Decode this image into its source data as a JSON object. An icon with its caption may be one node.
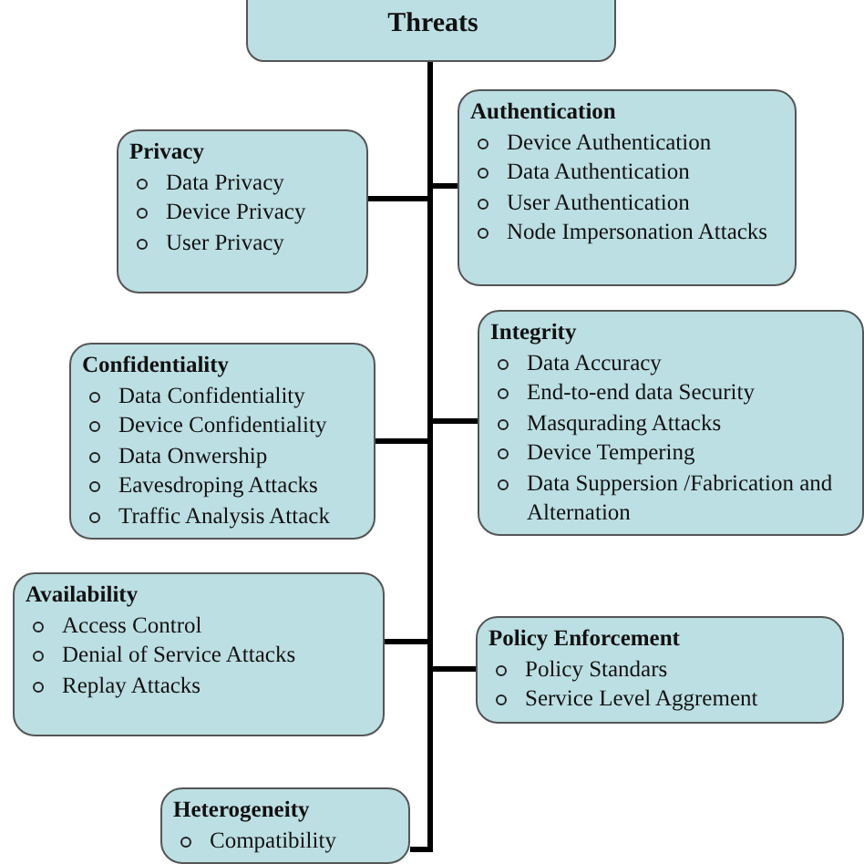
{
  "diagram": {
    "nodes": [
      {
        "text": [
          "Threats"
        ]
      },
      {
        "text": [
          "Authentication",
          "Device Authentication",
          "Data Authentication",
          "User Authentication",
          "Node Impersonation Attacks"
        ]
      },
      {
        "text": [
          "Privacy",
          "Data Privacy",
          "Device Privacy",
          "User Privacy"
        ]
      },
      {
        "text": [
          "Integrity",
          "Data Accuracy",
          "End-to-end data Security",
          "Masqurading Attacks",
          "Device Tempering",
          "Data Suppersion /Fabrication and Alternation"
        ]
      },
      {
        "text": [
          "Confidentiality",
          "Data Confidentiality",
          "Device Confidentiality",
          "Data Onwership",
          "Eavesdroping Attacks",
          "Traffic Analysis Attack"
        ]
      },
      {
        "text": [
          "Availability",
          "Access Control",
          "Denial of Service Attacks",
          "Replay Attacks"
        ]
      },
      {
        "text": [
          "Policy Enforcement",
          "Policy Standars",
          "Service Level Aggrement"
        ]
      },
      {
        "text": [
          "Heterogeneity",
          "Compatibility"
        ]
      }
    ],
    "edges": [
      {
        "from": 0,
        "to": 1,
        "arrow": "none"
      },
      {
        "from": 0,
        "to": 2,
        "arrow": "none"
      },
      {
        "from": 0,
        "to": 3,
        "arrow": "none"
      },
      {
        "from": 0,
        "to": 4,
        "arrow": "none"
      },
      {
        "from": 0,
        "to": 5,
        "arrow": "none"
      },
      {
        "from": 0,
        "to": 6,
        "arrow": "none"
      },
      {
        "from": 0,
        "to": 7,
        "arrow": "none"
      }
    ]
  }
}
